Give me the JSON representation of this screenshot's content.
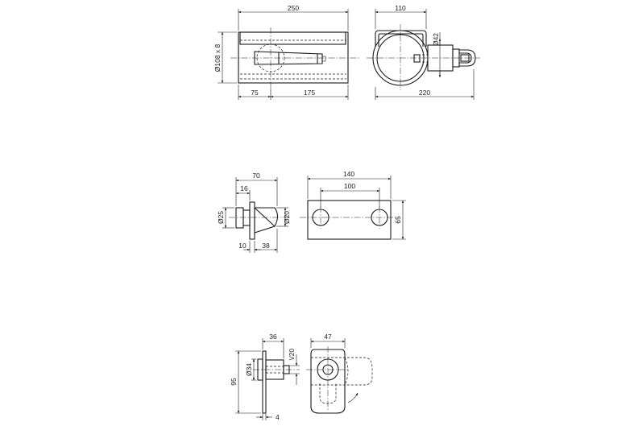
{
  "drawing1": {
    "front": {
      "width": "250",
      "diameter": "Ø108 x 8",
      "left_part": "75",
      "right_part": "175"
    },
    "side": {
      "width": "110",
      "pin_diameter": "Ø42",
      "total_width": "220"
    }
  },
  "drawing2": {
    "side": {
      "total": "70",
      "head": "16",
      "shaft_diameter": "Ø25",
      "tip_diameter": "Ø20",
      "flange": "10",
      "cone": "38"
    },
    "plate": {
      "width": "140",
      "hole_spacing": "100",
      "height": "65"
    }
  },
  "drawing3": {
    "side": {
      "width": "36",
      "pin_diameter": "Ø34",
      "height": "95",
      "thickness": "4",
      "angle": "\\/20"
    },
    "front": {
      "width": "47"
    }
  }
}
